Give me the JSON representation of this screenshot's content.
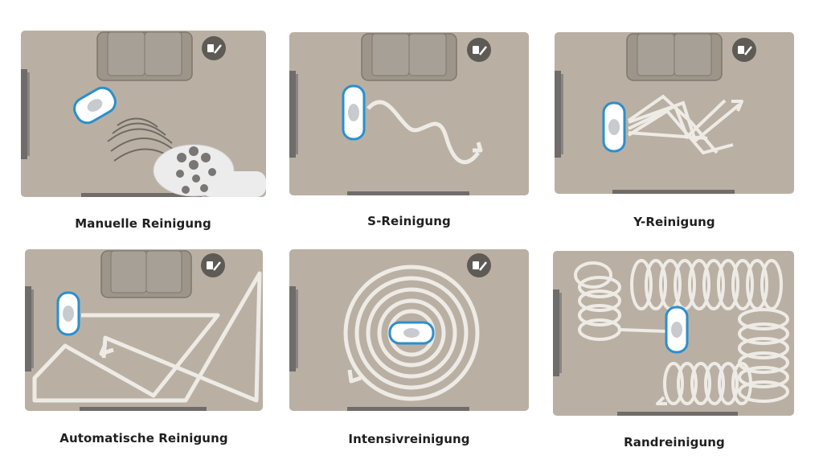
{
  "modes": [
    {
      "id": "manual",
      "label": "Manuelle Reinigung"
    },
    {
      "id": "s",
      "label": "S-Reinigung"
    },
    {
      "id": "y",
      "label": "Y-Reinigung"
    },
    {
      "id": "auto",
      "label": "Automatische Reinigung"
    },
    {
      "id": "intensive",
      "label": "Intensivreinigung"
    },
    {
      "id": "edge",
      "label": "Randreinigung"
    }
  ],
  "colors": {
    "floor": "#b9b0a3",
    "floor_edge": "#a9a092",
    "sofa": "#9d958a",
    "sofa_outline": "#7f776c",
    "tv": "#6f6c69",
    "path": "#eeebe6",
    "robot_body": "#ffffff",
    "robot_accent": "#2a8fcf",
    "badge": "#5e5a55"
  },
  "icons": [
    "sofa-icon",
    "tv-icon",
    "remote-icon",
    "window-robot-icon",
    "settings-badge-icon"
  ]
}
